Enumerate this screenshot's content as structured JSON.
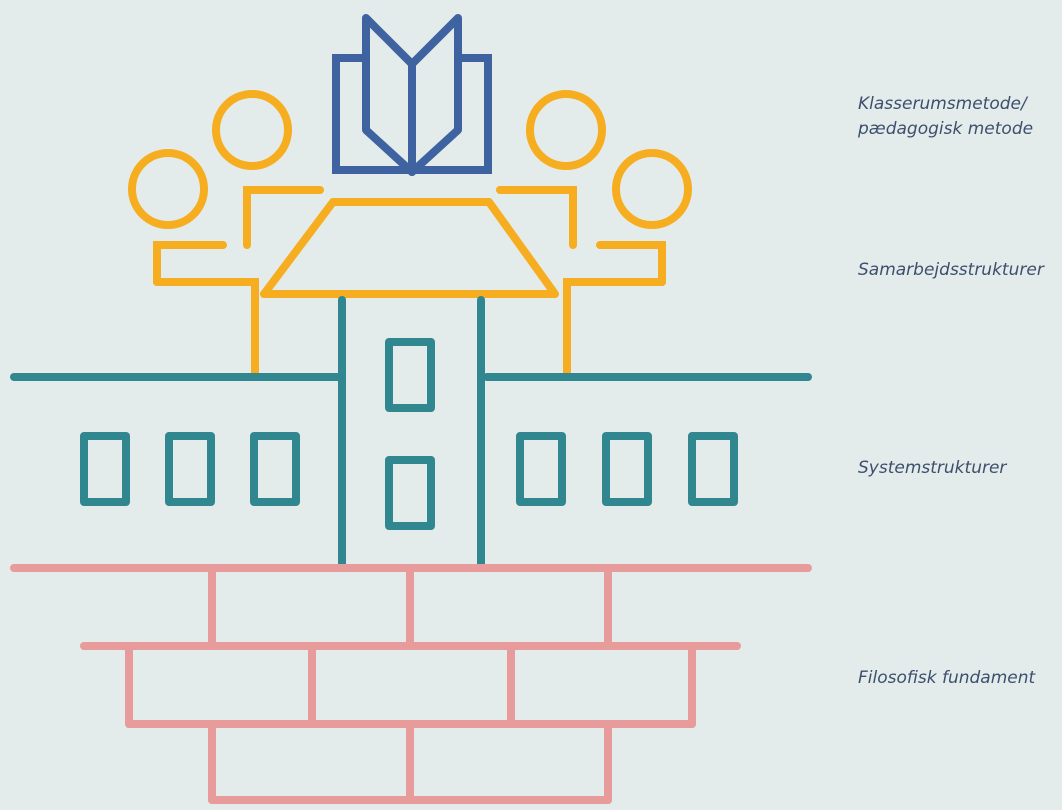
{
  "labels": {
    "classroom_line1": "Klasserumsmetode/",
    "classroom_line2": "pædagogisk metode",
    "collaboration": "Samarbejdsstrukturer",
    "system": "Systemstrukturer",
    "foundation": "Filosofisk fundament"
  },
  "colors": {
    "background": "#e3ecea",
    "book": "#3f62a0",
    "people": "#f6ad20",
    "building": "#318790",
    "foundation": "#e89b9b",
    "text": "#3d4f6e"
  },
  "icons": [
    "book-icon",
    "person-icon",
    "table-icon",
    "building-icon",
    "brick-foundation-icon"
  ]
}
